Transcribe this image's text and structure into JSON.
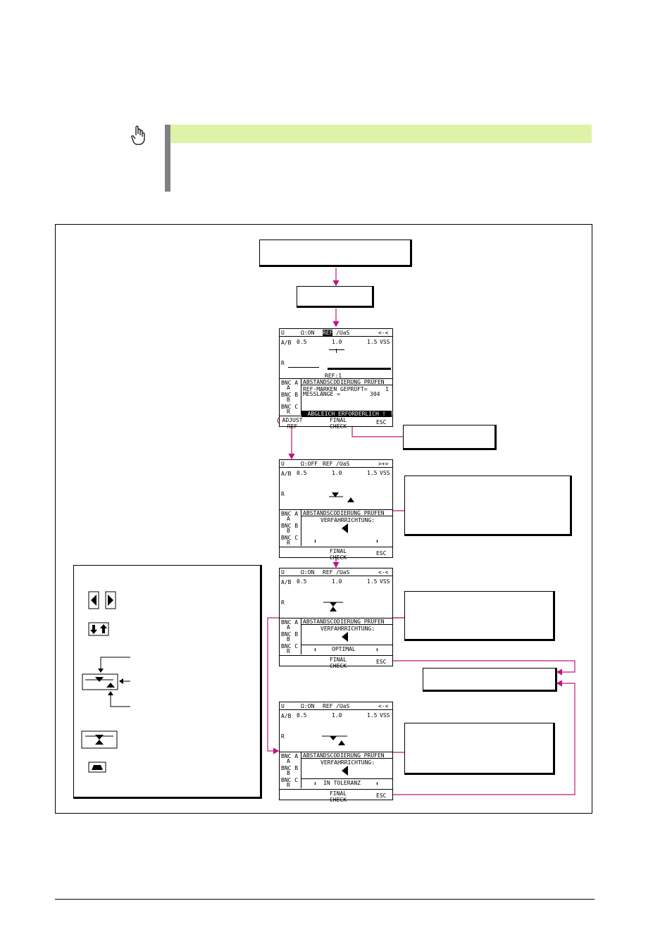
{
  "hint_icon": "hand-pointing-icon",
  "colors": {
    "accent": "#c0157e",
    "note_header": "#dff3a8",
    "note_bar": "#808080"
  },
  "lcd1": {
    "tabs": [
      "U",
      "Ω:ON",
      "REF",
      "/UaS",
      "<-<"
    ],
    "ab_label": "A/B",
    "scale": [
      "0.5",
      "1.0",
      "1.5",
      "VSS"
    ],
    "r_label": "R",
    "ref_label": "REF:1",
    "bnc": [
      "BNC A",
      "A",
      "BNC B",
      "B",
      "BNC C",
      "R"
    ],
    "panel_title": "ABSTANDSCODIERUNG PRÜFEN",
    "line1": "REF-MARKEN GEPRÜFT=",
    "line1_val": "1",
    "line2": "MESSLÄNGE   =",
    "line2_val": "304",
    "status": "ABGLEICH ERFORDERLICH !",
    "soft": [
      "ADJUST REF",
      "FINAL CHECK",
      "ESC"
    ]
  },
  "lcd2": {
    "tabs": [
      "U",
      "Ω:OFF",
      "REF",
      "/UaS",
      ">+>"
    ],
    "panel_title": "ABSTANDSCODIERUNG PRÜFEN",
    "dir": "VERFAHRRICHTUNG:",
    "soft": [
      "FINAL CHECK",
      "ESC"
    ]
  },
  "lcd3": {
    "tabs": [
      "U",
      "Ω:ON",
      "REF",
      "/UaS",
      "<-<"
    ],
    "panel_title": "ABSTANDSCODIERUNG PRÜFEN",
    "dir": "VERFAHRRICHTUNG:",
    "status": "OPTIMAL",
    "soft": [
      "FINAL CHECK",
      "ESC"
    ]
  },
  "lcd4": {
    "tabs": [
      "U",
      "Ω:ON",
      "REF",
      "/UaS",
      "<-<"
    ],
    "panel_title": "ABSTANDSCODIERUNG PRÜFEN",
    "dir": "VERFAHRRICHTUNG:",
    "status": "IN TOLERANZ",
    "soft": [
      "FINAL CHECK",
      "ESC"
    ]
  }
}
